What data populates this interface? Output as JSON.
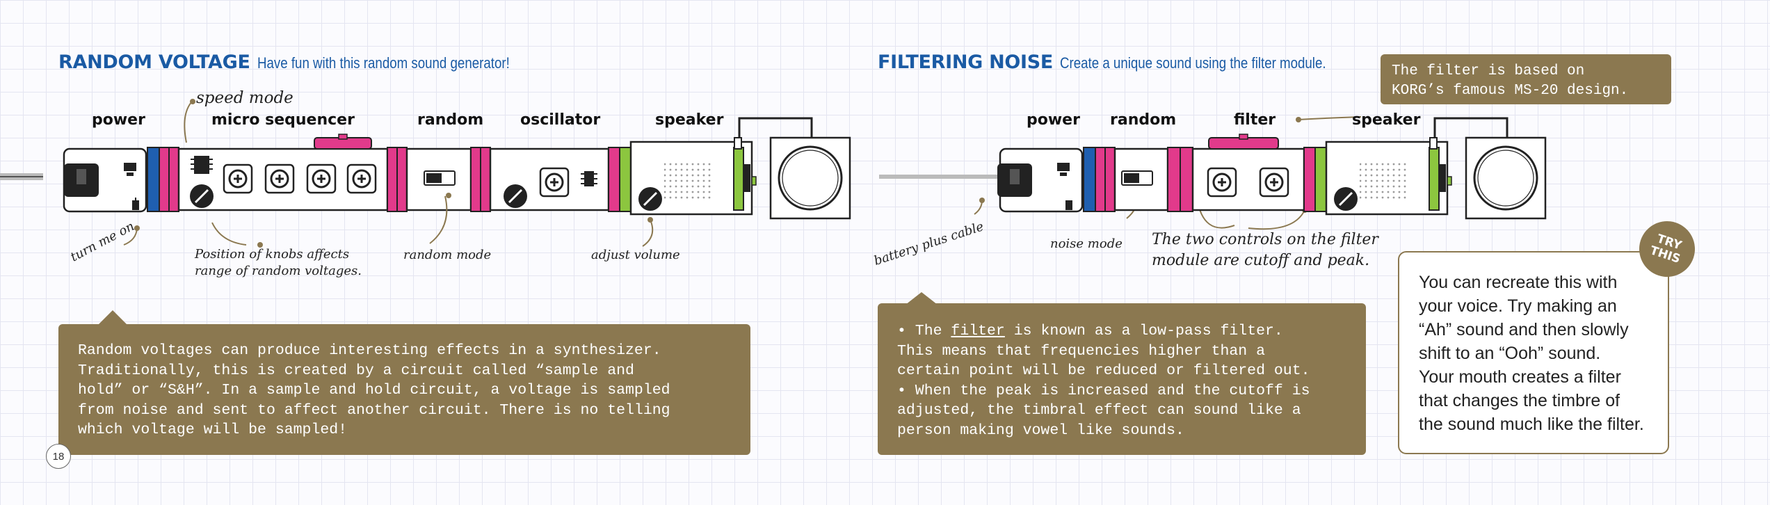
{
  "page_number": "18",
  "left": {
    "heading": {
      "title": "RANDOM VOLTAGE",
      "subtitle": "Have fun with this random sound generator!"
    },
    "modules": {
      "power": "power",
      "micro_sequencer": "micro sequencer",
      "random": "random",
      "oscillator": "oscillator",
      "speaker": "speaker"
    },
    "notes": {
      "speed_mode": "speed mode",
      "turn_me_on": "turn me on",
      "knobs": "Position of knobs affects\nrange of random voltages.",
      "random_mode": "random mode",
      "adjust_volume": "adjust volume"
    },
    "body": "Random voltages can produce interesting effects in a synthesizer.\nTraditionally, this is created by a circuit called “sample and\nhold” or “S&H”. In a sample and hold circuit, a voltage is sampled\nfrom noise and sent to affect another circuit. There is no telling\nwhich voltage will be sampled!"
  },
  "right": {
    "heading": {
      "title": "FILTERING NOISE",
      "subtitle": "Create a unique sound using the filter module."
    },
    "callout": "The filter is based on\nKORG’s famous MS-20 design.",
    "modules": {
      "power": "power",
      "random": "random",
      "filter": "filter",
      "speaker": "speaker"
    },
    "notes": {
      "battery_cable": "battery plus cable",
      "noise_mode": "noise mode",
      "controls": "The two controls on the filter\nmodule are cutoff and peak."
    },
    "body": {
      "bullet1_prefix": "• The ",
      "bullet1_link": "filter",
      "bullet1_rest": " is known as a low-pass filter.\nThis means that frequencies higher than a\ncertain point will be reduced or filtered out.",
      "bullet2": "• When the peak is increased and the cutoff is\nadjusted, the timbral effect can sound like a\nperson making vowel like sounds."
    },
    "try_this": {
      "badge": "TRY\nTHIS",
      "text": "You can recreate this with\nyour voice. Try making an\n“Ah” sound and then slowly\nshift to an “Ooh” sound.\nYour mouth creates a filter\nthat changes the timbre of\nthe sound much like the filter."
    }
  },
  "colors": {
    "heading_blue": "#1a5aa4",
    "box_brown": "#8b7850",
    "module_pink": "#e23a8b",
    "module_blue": "#1f5fb0",
    "module_green": "#8cc63f"
  }
}
